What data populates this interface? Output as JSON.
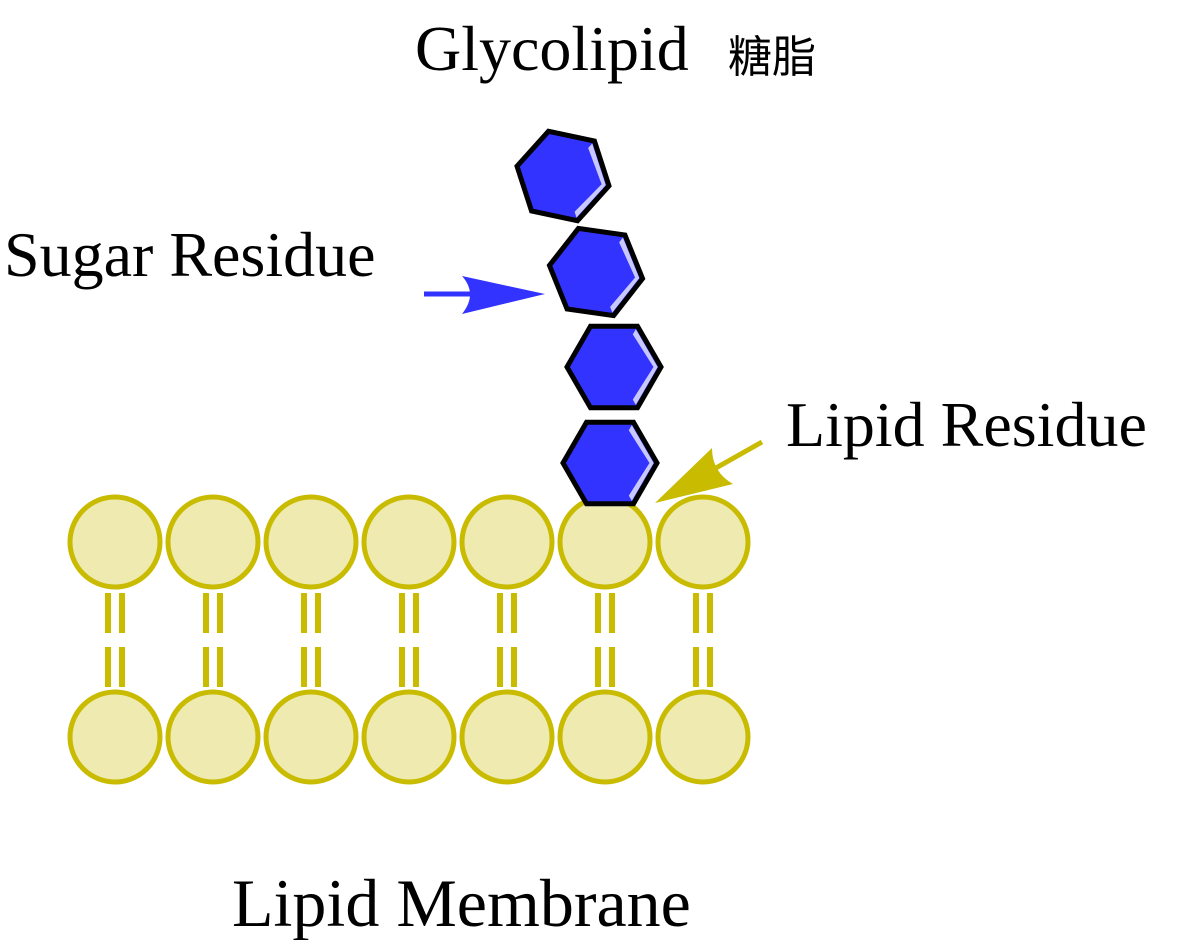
{
  "title": {
    "main": "Glycolipid",
    "suffix": "糖脂"
  },
  "labels": {
    "sugar_residue": "Sugar Residue",
    "lipid_residue": "Lipid Residue",
    "lipid_membrane": "Lipid Membrane"
  },
  "colors": {
    "sugar_fill": "#3333ff",
    "sugar_stroke": "#000000",
    "sugar_highlight": "#c8c8ff",
    "sugar_arrow": "#3333ff",
    "lipid_fill": "#eeeab0",
    "lipid_stroke": "#c8bb00",
    "lipid_arrow": "#c8bb00"
  },
  "structure": {
    "membrane_lipid_pairs": 7,
    "sugar_units": 4
  }
}
